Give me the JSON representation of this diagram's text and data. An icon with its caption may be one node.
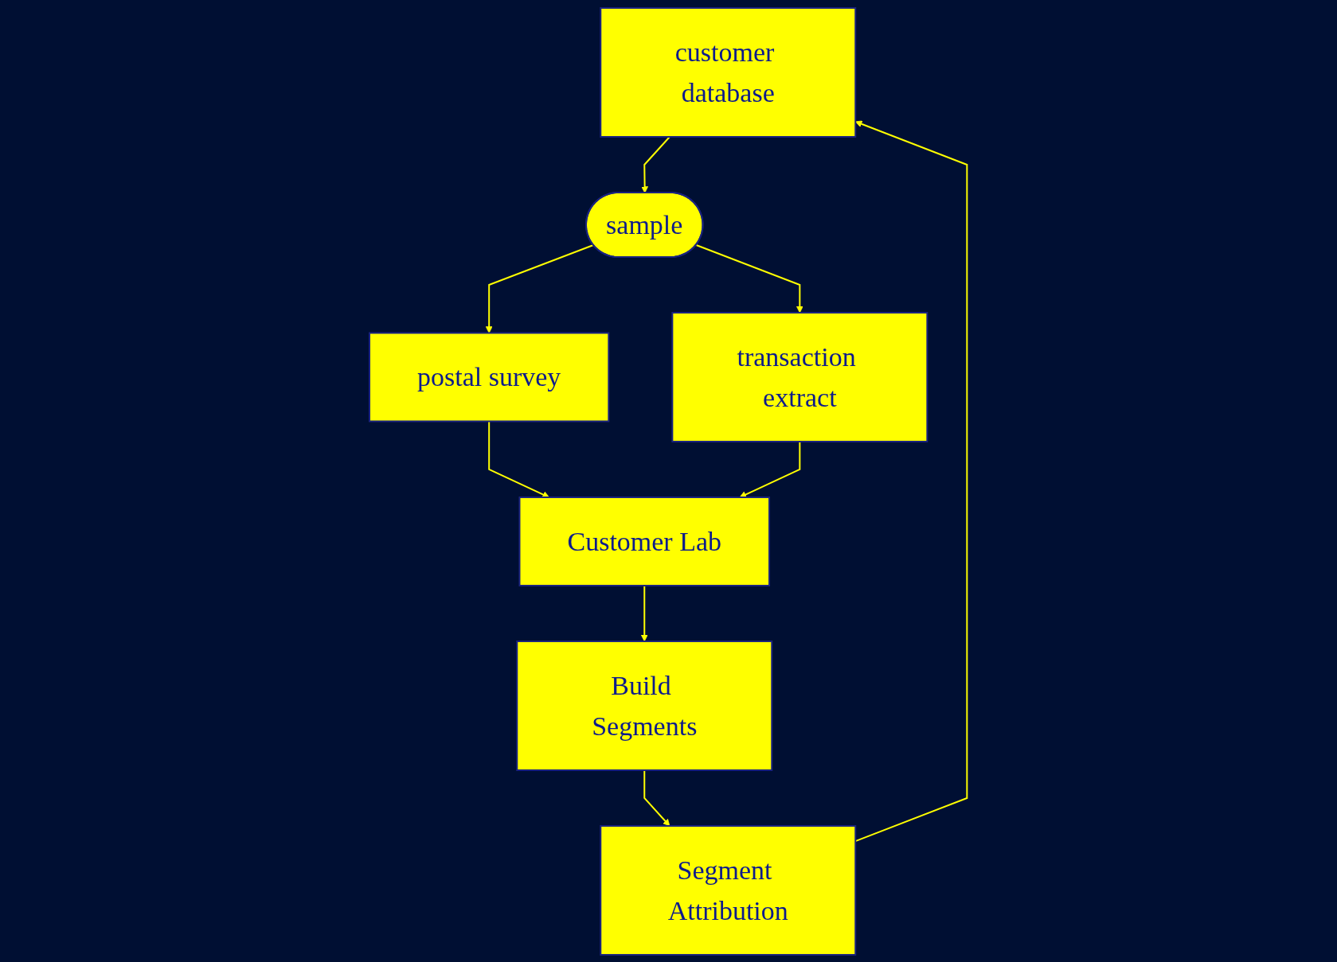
{
  "diagram": {
    "nodes": [
      {
        "text": [
          "customer database"
        ]
      },
      {
        "text": [
          "sample"
        ]
      },
      {
        "text": [
          "postal survey"
        ]
      },
      {
        "text": [
          "transaction extract"
        ]
      },
      {
        "text": [
          "Customer Lab"
        ]
      },
      {
        "text": [
          "Build Segments"
        ]
      },
      {
        "text": [
          "Segment Attribution"
        ]
      }
    ],
    "edges": [
      {
        "from": 0,
        "to": 1,
        "arrow": "to"
      },
      {
        "from": 1,
        "to": 2,
        "arrow": "to"
      },
      {
        "from": 1,
        "to": 3,
        "arrow": "to"
      },
      {
        "from": 2,
        "to": 4,
        "arrow": "to"
      },
      {
        "from": 3,
        "to": 4,
        "arrow": "to"
      },
      {
        "from": 4,
        "to": 5,
        "arrow": "to"
      },
      {
        "from": 5,
        "to": 6,
        "arrow": "to"
      },
      {
        "from": 6,
        "to": 0,
        "arrow": "to"
      }
    ]
  }
}
